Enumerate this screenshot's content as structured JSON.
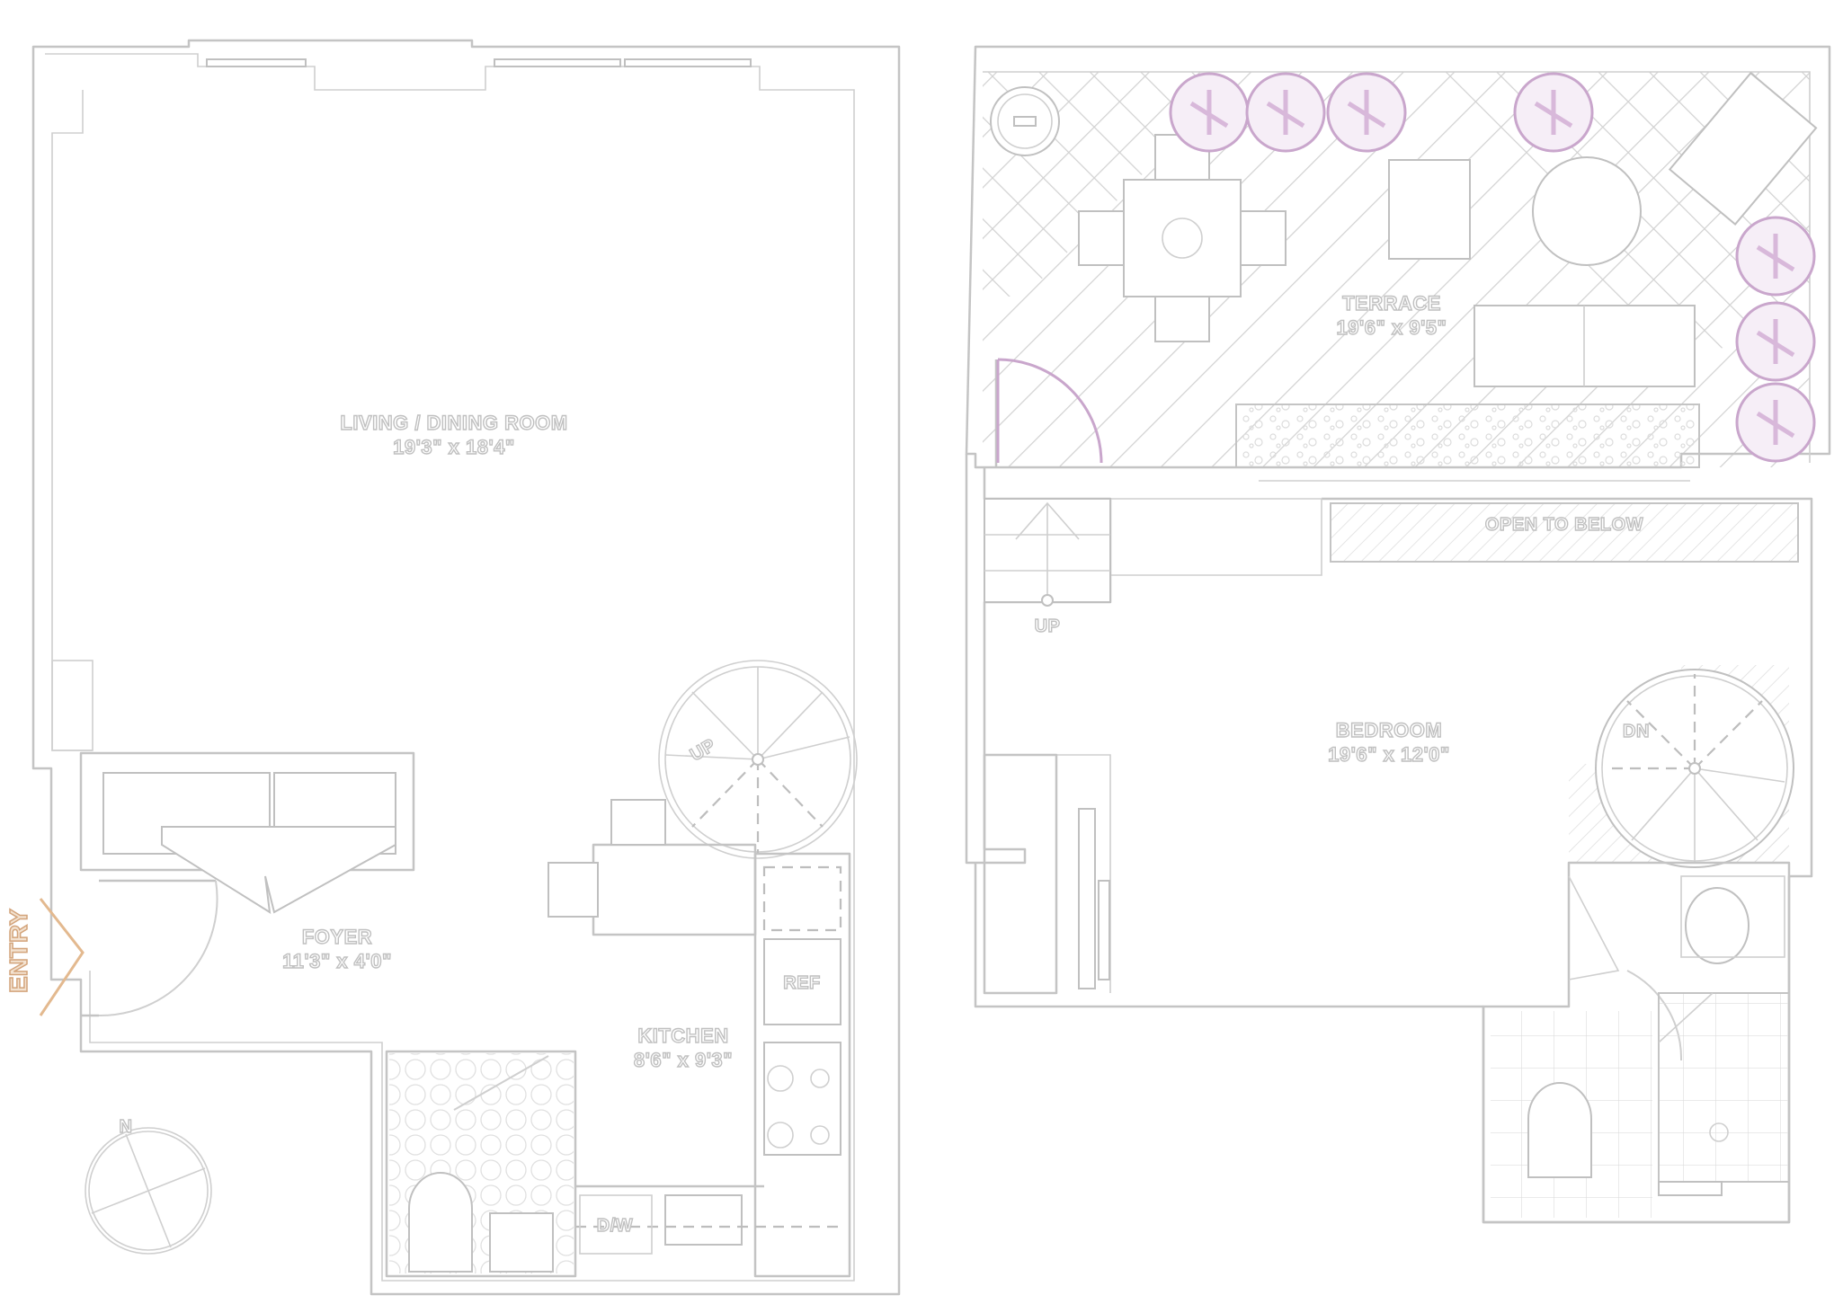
{
  "diagram": {
    "rooms": [
      {
        "id": "living",
        "name": "LIVING / DINING ROOM",
        "size": "19'3\" x 18'4\""
      },
      {
        "id": "foyer",
        "name": "FOYER",
        "size": "11'3\" x 4'0\""
      },
      {
        "id": "kitchen",
        "name": "KITCHEN",
        "size": "8'6\" x 9'3\""
      },
      {
        "id": "terrace",
        "name": "TERRACE",
        "size": "19'6\" x 9'5\""
      },
      {
        "id": "bedroom",
        "name": "BEDROOM",
        "size": "19'6\" x 12'0\""
      }
    ],
    "labels": {
      "entry": "ENTRY",
      "north": "N",
      "stair_up_lower": "UP",
      "stair_up_upper": "UP",
      "stair_down": "DN",
      "refrigerator": "REF",
      "dishwasher": "D/W",
      "open_to_below": "OPEN TO BELOW"
    },
    "colors": {
      "linework": "#c4c4c4",
      "trees": "#c9a6cc",
      "entry": "#d3a47b",
      "background": "#ffffff"
    }
  }
}
